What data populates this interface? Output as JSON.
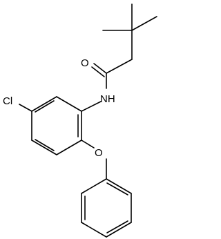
{
  "molecule": {
    "atom_labels": {
      "chlorine": "Cl",
      "amide_nitrogen": "NH",
      "carbonyl_oxygen": "O",
      "ether_oxygen": "O"
    },
    "colors": {
      "bond": "#000000",
      "label": "#000000",
      "background": "#ffffff"
    }
  }
}
